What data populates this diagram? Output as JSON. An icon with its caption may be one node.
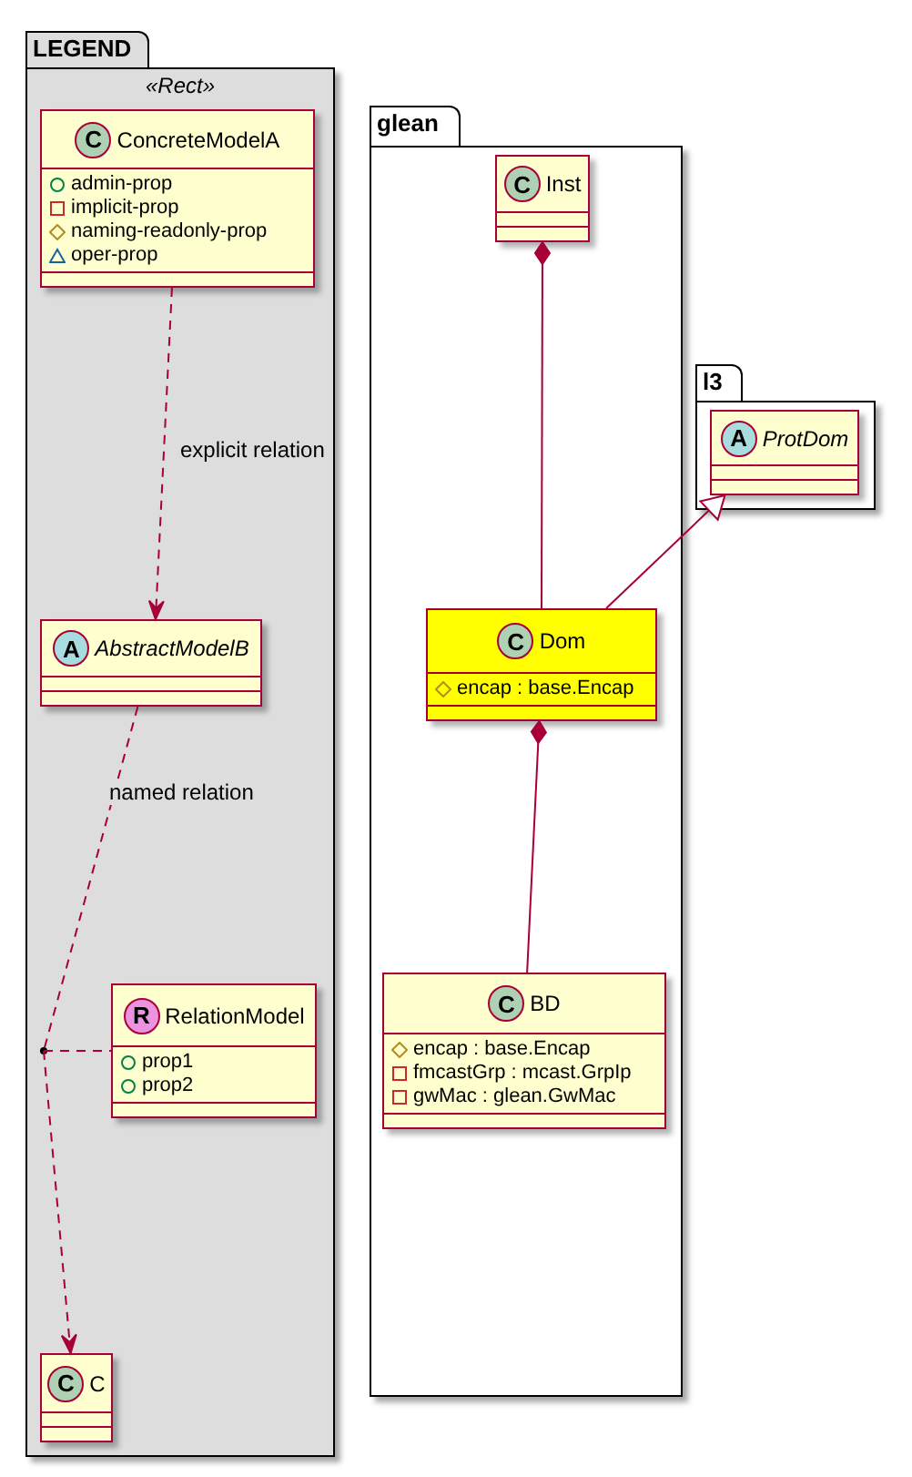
{
  "diagram": {
    "nodes": [
      {
        "text": [
          "LEGEND",
          "«Rect»"
        ]
      },
      {
        "text": [
          "C",
          "ConcreteModelA",
          "admin-prop",
          "implicit-prop",
          "naming-readonly-prop",
          "oper-prop"
        ],
        "in": 0
      },
      {
        "text": [
          "A",
          "AbstractModelB"
        ],
        "in": 0
      },
      {
        "text": [
          "R",
          "RelationModel",
          "prop1",
          "prop2"
        ],
        "in": 0
      },
      {
        "text": [],
        "shape": "circle",
        "in": 0
      },
      {
        "text": [
          "C",
          "C"
        ],
        "in": 0
      },
      {
        "text": [
          "glean"
        ]
      },
      {
        "text": [
          "C",
          "Inst"
        ],
        "in": 6
      },
      {
        "text": [
          "C",
          "Dom",
          "encap : base.Encap"
        ],
        "in": 6
      },
      {
        "text": [
          "C",
          "BD",
          "encap : base.Encap",
          "fmcastGrp : mcast.GrpIp",
          "gwMac : glean.GwMac"
        ],
        "in": 6
      },
      {
        "text": [
          "l3"
        ]
      },
      {
        "text": [
          "A",
          "ProtDom"
        ],
        "in": 10
      }
    ],
    "edges": [
      {
        "from": 1,
        "to": 2,
        "arrow": "to",
        "style": "dashed",
        "label": "explicit relation"
      },
      {
        "from": 2,
        "to": 4,
        "arrow": "none",
        "style": "dashed",
        "label": "named relation"
      },
      {
        "from": 4,
        "to": 5,
        "arrow": "to",
        "style": "dashed"
      },
      {
        "from": 4,
        "to": 3,
        "arrow": "none",
        "style": "dashed"
      },
      {
        "from": 7,
        "to": 8,
        "arrow": "other"
      },
      {
        "from": 8,
        "to": 9,
        "arrow": "other"
      },
      {
        "from": 8,
        "to": 11,
        "arrow": "to"
      }
    ]
  }
}
